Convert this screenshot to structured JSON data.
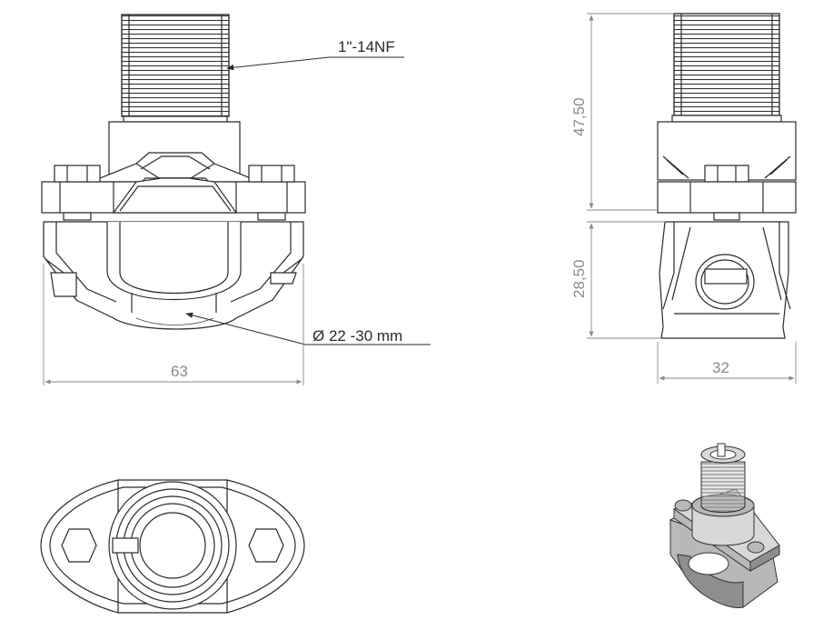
{
  "annotations": {
    "thread": "1\"-14NF",
    "diameter": "Ø 22 -30 mm"
  },
  "dimensions": {
    "front_width": "63",
    "side_height_upper": "47,50",
    "side_height_lower": "28,50",
    "side_width": "32"
  },
  "colors": {
    "line": "#2a2a2a",
    "dimension": "#8a8a8a"
  }
}
